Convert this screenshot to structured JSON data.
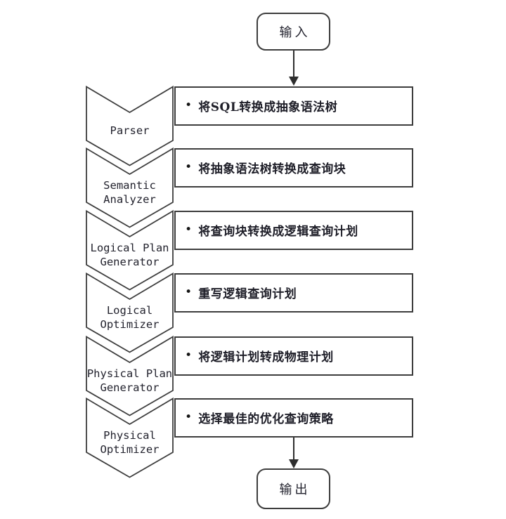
{
  "diagram": {
    "title_semantic": "SQL query compilation pipeline flowchart",
    "bullet_char": "•",
    "start_label": "输入",
    "end_label": "输出",
    "stages": [
      {
        "name": "Parser",
        "lines": [
          "Parser"
        ],
        "description": "将SQL转换成抽象语法树"
      },
      {
        "name": "Semantic Analyzer",
        "lines": [
          "Semantic",
          "Analyzer"
        ],
        "description": "将抽象语法树转换成查询块"
      },
      {
        "name": "Logical Plan Generator",
        "lines": [
          "Logical Plan",
          "Generator"
        ],
        "description": "将查询块转换成逻辑查询计划"
      },
      {
        "name": "Logical Optimizer",
        "lines": [
          "Logical",
          "Optimizer"
        ],
        "description": "重写逻辑查询计划"
      },
      {
        "name": "Physical Plan Generator",
        "lines": [
          "Physical Plan",
          "Generator"
        ],
        "description": "将逻辑计划转成物理计划"
      },
      {
        "name": "Physical Optimizer",
        "lines": [
          "Physical",
          "Optimizer"
        ],
        "description": "选择最佳的优化查询策略"
      }
    ],
    "colors": {
      "shape_stroke": "#3d3d3d",
      "arrow": "#2e2e2e",
      "text": "#23232e",
      "background": "#ffffff"
    }
  }
}
